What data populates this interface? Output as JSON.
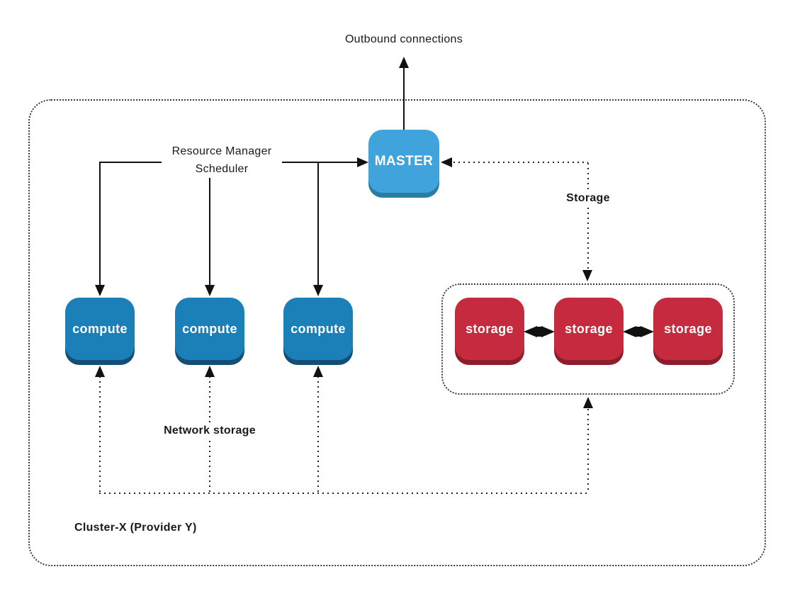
{
  "labels": {
    "outbound": "Outbound connections",
    "resource_manager_line1": "Resource Manager",
    "resource_manager_line2": "Scheduler",
    "storage_link": "Storage",
    "network_storage": "Network storage",
    "cluster": "Cluster-X (Provider Y)"
  },
  "nodes": {
    "master": "MASTER",
    "compute": [
      "compute",
      "compute",
      "compute"
    ],
    "storage": [
      "storage",
      "storage",
      "storage"
    ]
  },
  "colors": {
    "master_fill": "#41A3DB",
    "master_edge": "#2A7CA4",
    "compute_fill": "#1C80B8",
    "compute_edge": "#134E74",
    "storage_fill": "#C62A3E",
    "storage_edge": "#8C1E2B",
    "line": "#111111",
    "boundary_dots": "#3B3B3B",
    "node_text": "#FFFFFF",
    "background": "#FFFFFF"
  }
}
